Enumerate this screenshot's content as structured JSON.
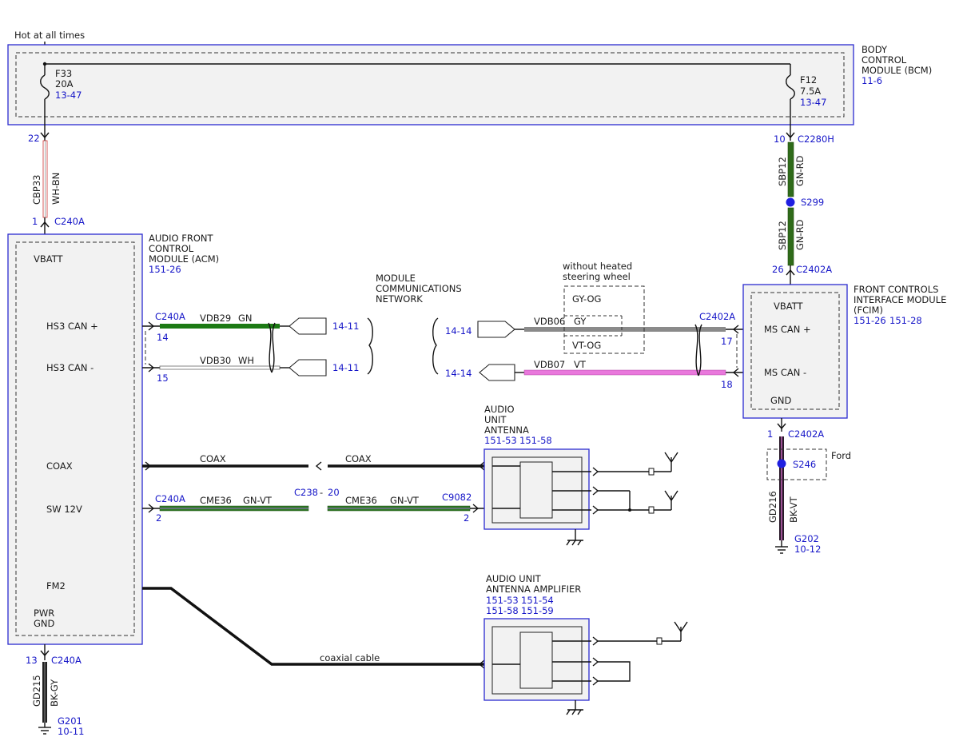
{
  "header": {
    "hot": "Hot at all times"
  },
  "bcm": {
    "l1": "BODY",
    "l2": "CONTROL",
    "l3": "MODULE (BCM)",
    "ref": "11-6"
  },
  "fuses": {
    "f33": {
      "name": "F33",
      "rating": "20A",
      "ref": "13-47"
    },
    "f12": {
      "name": "F12",
      "rating": "7.5A",
      "ref": "13-47"
    }
  },
  "bcm_pins": {
    "left_pin": "22",
    "right_pin": "10",
    "right_conn": "C2280H"
  },
  "wires": {
    "cbp33": "CBP33",
    "cbp33_color": "WH-BN",
    "sbp12_a": "SBP12",
    "sbp12_a_color": "GN-RD",
    "sbp12_b": "SBP12",
    "sbp12_b_color": "GN-RD",
    "vdb29": "VDB29",
    "vdb29_color": "GN",
    "vdb30": "VDB30",
    "vdb30_color": "WH",
    "vdb06": "VDB06",
    "vdb06_color": "GY",
    "vdb07": "VDB07",
    "vdb07_color": "VT",
    "coax_a": "COAX",
    "coax_b": "COAX",
    "cme36_a": "CME36",
    "cme36_a_color": "GN-VT",
    "cme36_b": "CME36",
    "cme36_b_color": "GN-VT",
    "coaxial_cable": "coaxial cable",
    "gd215": "GD215",
    "gd215_color": "BK-GY",
    "gd216": "GD216",
    "gd216_color": "BK-VT"
  },
  "splices": {
    "s299": "S299",
    "s246": "S246",
    "ford": "Ford"
  },
  "acm": {
    "l1": "AUDIO FRONT",
    "l2": "CONTROL",
    "l3": "MODULE (ACM)",
    "ref": "151-26",
    "pins": {
      "vbatt": "VBATT",
      "hs3p": "HS3 CAN +",
      "hs3m": "HS3 CAN -",
      "coax": "COAX",
      "sw12": "SW 12V",
      "fm2": "FM2",
      "pwr": "PWR",
      "gnd": "GND"
    },
    "conn_top_pin": "1",
    "conn_top": "C240A",
    "c240a_14_conn": "C240A",
    "c240a_14_pin": "14",
    "c240a_15_pin": "15",
    "c240a_2_conn": "C240A",
    "c240a_2_pin": "2",
    "conn_bot_pin": "13",
    "conn_bot": "C240A"
  },
  "network": {
    "l1": "MODULE",
    "l2": "COMMUNICATIONS",
    "l3": "NETWORK",
    "ref_a": "14-11",
    "ref_b": "14-11",
    "ref_c": "14-14",
    "ref_d": "14-14"
  },
  "heated": {
    "l1": "without heated",
    "l2": "steering wheel",
    "gy_og": "GY-OG",
    "vt_og": "VT-OG"
  },
  "fcim": {
    "l1": "FRONT CONTROLS",
    "l2": "INTERFACE MODULE",
    "l3": "(FCIM)",
    "ref1": "151-26",
    "ref2": "151-28",
    "pins": {
      "vbatt": "VBATT",
      "msp": "MS CAN +",
      "msm": "MS CAN -",
      "gnd": "GND"
    },
    "conn_top_pin": "26",
    "conn_top": "C2402A",
    "conn_17_conn": "C2402A",
    "conn_17_pin": "17",
    "conn_18_pin": "18",
    "conn_bot_pin": "1",
    "conn_bot": "C2402A"
  },
  "inline": {
    "c238": "C238",
    "dash": "-",
    "c238_pin": "20",
    "c9082": "C9082",
    "c9082_pin": "2"
  },
  "antenna": {
    "l1": "AUDIO",
    "l2": "UNIT",
    "l3": "ANTENNA",
    "ref1": "151-53",
    "ref2": "151-58"
  },
  "amplifier": {
    "l1": "AUDIO UNIT",
    "l2": "ANTENNA AMPLIFIER",
    "ref1": "151-53",
    "ref2": "151-54",
    "ref3": "151-58",
    "ref4": "151-59"
  },
  "grounds": {
    "g201": "G201",
    "g201_ref": "10-11",
    "g202": "G202",
    "g202_ref": "10-12"
  }
}
